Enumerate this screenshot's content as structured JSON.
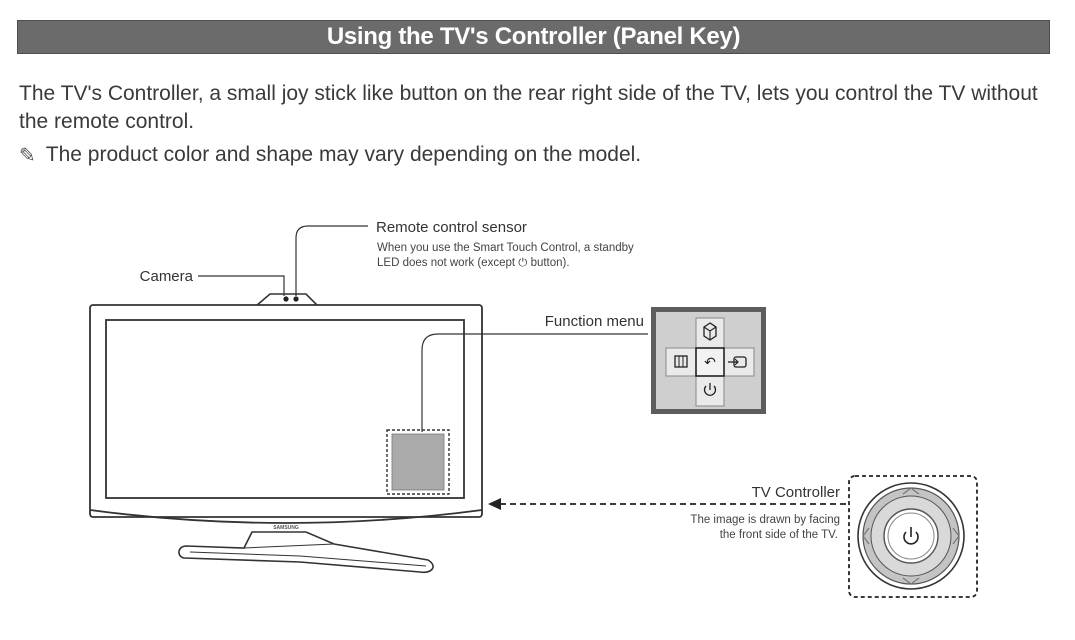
{
  "header": {
    "title": "Using the TV's Controller (Panel Key)"
  },
  "intro": {
    "text": "The TV's Controller, a small joy stick like button on the rear right side of the TV, lets you control the TV without the remote control.",
    "note": "The product color and shape may vary depending on the model.",
    "note_icon": "pencil-note-icon"
  },
  "diagram": {
    "remote_sensor": {
      "label": "Remote control sensor",
      "desc_line1": "When you use the Smart Touch Control, a standby",
      "desc_line2_before": "LED does not work (except ",
      "desc_line2_after": " button)."
    },
    "camera": {
      "label": "Camera"
    },
    "function_menu": {
      "label": "Function menu"
    },
    "tv_controller": {
      "label": "TV Controller",
      "desc_line1": "The image is drawn by facing",
      "desc_line2": "the front side of the TV."
    },
    "brand": "SAMSUNG",
    "icons": {
      "top": "smart-hub-icon",
      "left": "menu-icon",
      "center": "return-icon",
      "right": "source-icon",
      "bottom": "power-icon"
    }
  }
}
